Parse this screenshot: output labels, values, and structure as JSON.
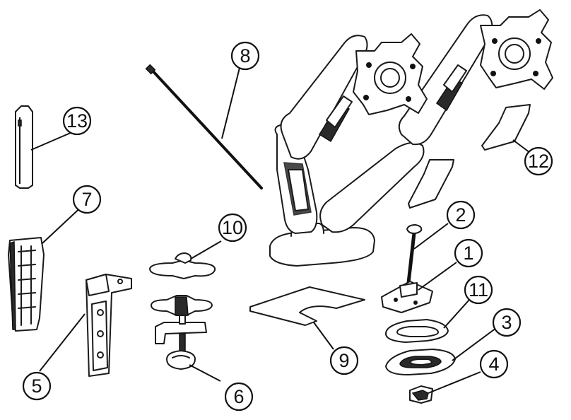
{
  "diagram": {
    "callouts": [
      {
        "id": "1",
        "part": "clamp-base-plate"
      },
      {
        "id": "2",
        "part": "bolt"
      },
      {
        "id": "3",
        "part": "base-pad"
      },
      {
        "id": "4",
        "part": "grommet-clip"
      },
      {
        "id": "5",
        "part": "mounting-bracket"
      },
      {
        "id": "6",
        "part": "c-clamp-assembly"
      },
      {
        "id": "7",
        "part": "cable-cover"
      },
      {
        "id": "8",
        "part": "cable-tie"
      },
      {
        "id": "9",
        "part": "protective-pad"
      },
      {
        "id": "10",
        "part": "clamp-cap"
      },
      {
        "id": "11",
        "part": "grommet-washer"
      },
      {
        "id": "12",
        "part": "arm-cover"
      },
      {
        "id": "13",
        "part": "pole"
      }
    ]
  }
}
